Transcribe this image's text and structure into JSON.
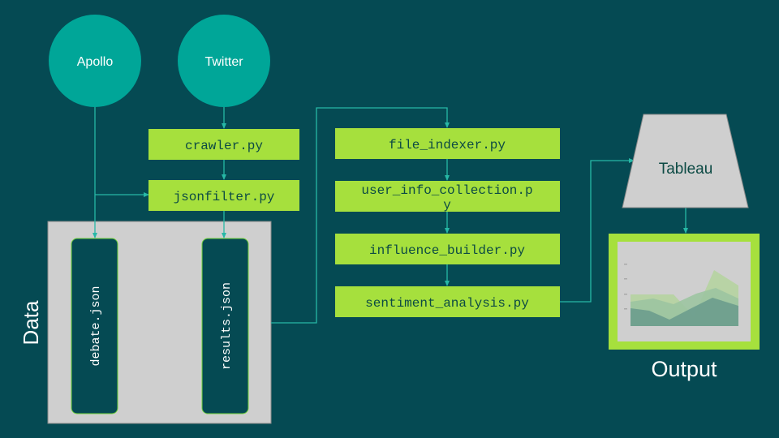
{
  "sources": {
    "apollo": "Apollo",
    "twitter": "Twitter"
  },
  "scripts": {
    "crawler": "crawler.py",
    "jsonfilter": "jsonfilter.py",
    "file_indexer": "file_indexer.py",
    "user_info_line1": "user_info_collection.p",
    "user_info_line2": "y",
    "influence_builder": "influence_builder.py",
    "sentiment_analysis": "sentiment_analysis.py"
  },
  "data_store": {
    "label": "Data",
    "files": [
      "debate.json",
      "results.json"
    ]
  },
  "tableau": {
    "label": "Tableau"
  },
  "output": {
    "label": "Output"
  },
  "colors": {
    "background": "#054a53",
    "source_circle": "#00a698",
    "script_box": "#a6e03d",
    "script_text": "#0c4a44",
    "data_panel": "#cfcfcf",
    "file_pill": "#054a53",
    "connector": "#27b8a6",
    "white_text": "#ffffff"
  }
}
